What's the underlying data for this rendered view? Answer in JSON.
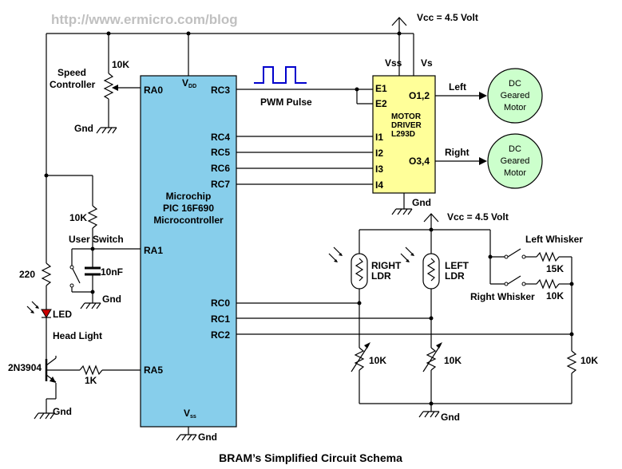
{
  "watermark": "http://www.ermicro.com/blog",
  "caption": "BRAM’s Simplified Circuit Schema",
  "supply": {
    "top": "Vcc = 4.5 Volt",
    "right": "Vcc = 4.5 Volt"
  },
  "pic": {
    "name_line1": "Microchip",
    "name_line2": "PIC 16F690",
    "name_line3": "Microcontroller",
    "vdd": "V",
    "vdd_sub": "DD",
    "vss": "V",
    "vss_sub": "ss",
    "pins_left": [
      "RA0",
      "RA1",
      "RA5"
    ],
    "pins_right": [
      "RC3",
      "RC4",
      "RC5",
      "RC6",
      "RC7",
      "RC0",
      "RC1",
      "RC2"
    ]
  },
  "driver": {
    "name_line1": "MOTOR",
    "name_line2": "DRIVER",
    "name_line3": "L293D",
    "vss": "Vss",
    "vs": "Vs",
    "pins_left": [
      "E1",
      "E2",
      "I1",
      "I2",
      "I3",
      "I4"
    ],
    "out1": "O1,2",
    "out2": "O3,4",
    "gnd": "Gnd"
  },
  "motors": {
    "left_label": "Left",
    "right_label": "Right",
    "line1": "DC",
    "line2": "Geared",
    "line3": "Motor"
  },
  "labels": {
    "speed_controller_1": "Speed",
    "speed_controller_2": "Controller",
    "pot_10k": "10K",
    "gnd": "Gnd",
    "pwm": "PWM Pulse",
    "r_switch": "10K",
    "user_switch": "User Switch",
    "cap": "10nF",
    "r_led": "220",
    "led": "LED",
    "head_light": "Head Light",
    "transistor": "2N3904",
    "r_base": "1K",
    "right_ldr_1": "RIGHT",
    "right_ldr_2": "LDR",
    "left_ldr_1": "LEFT",
    "left_ldr_2": "LDR",
    "left_whisker": "Left Whisker",
    "right_whisker": "Right Whisker",
    "r_15k": "15K",
    "r_whisker_10k": "10K",
    "trim1": "10K",
    "trim2": "10K",
    "r_bottom": "10K"
  },
  "colors": {
    "pic_fill": "#87ceeb",
    "driver_fill": "#ffff99",
    "motor_fill": "#ccffcc",
    "led_red": "#cc0000",
    "pwm_blue": "#0000cc"
  }
}
